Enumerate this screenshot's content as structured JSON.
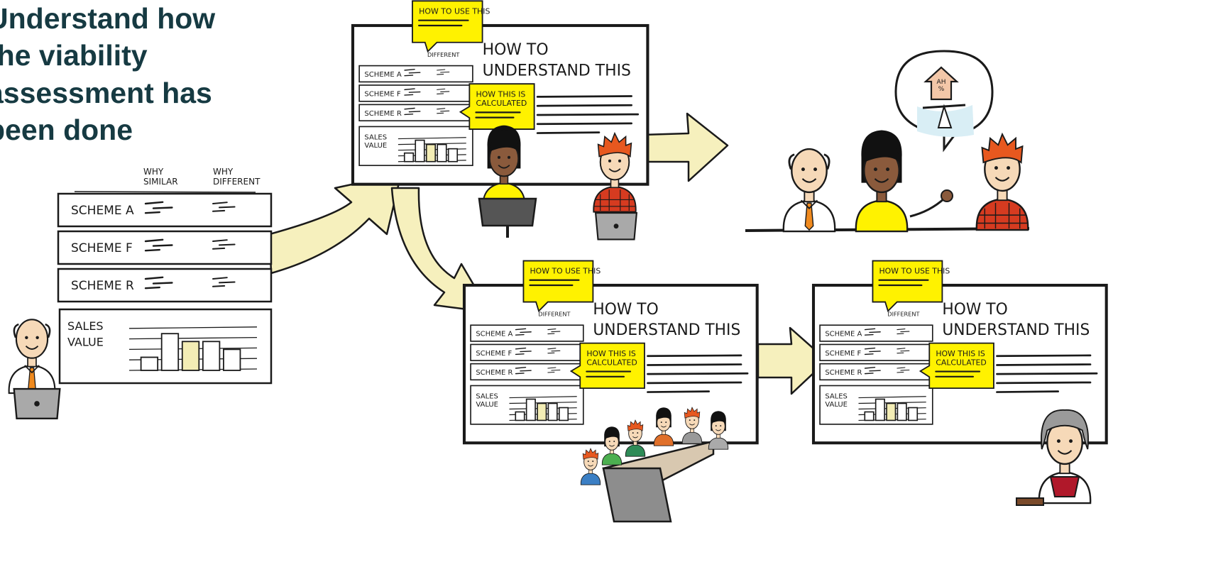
{
  "heading": "Understand how\nthe viability\nassessment has\nbeen done",
  "colors": {
    "ink": "#1a1a1a",
    "note_yellow": "#fff200",
    "arrow_cream": "#f6f0bd",
    "bar_highlight": "#f3edb5",
    "heading_teal": "#163a42",
    "skin": "#f6d9b8",
    "skin_dark": "#8a5a3c",
    "hair_orange": "#e7581f",
    "shirt_red": "#d63b20",
    "tie_orange": "#f08a1e"
  },
  "start_panel": {
    "column_headers": [
      "WHY\nSIMILAR",
      "WHY\nDIFFERENT"
    ],
    "rows": [
      "SCHEME A",
      "SCHEME F",
      "SCHEME R"
    ],
    "sales_label": "SALES\nVALUE",
    "bar_levels": [
      0.25,
      0.7,
      0.55,
      0.55,
      0.4
    ]
  },
  "slide": {
    "title": "HOW TO\nUNDERSTAND THIS",
    "note_use": "HOW TO USE THIS",
    "note_calc": "HOW THIS IS\nCALCULATED",
    "header_small": "DIFFERENT",
    "rows": [
      "SCHEME A",
      "SCHEME F",
      "SCHEME R"
    ],
    "sales_label": "SALES\nVALUE",
    "bar_levels": [
      0.3,
      0.75,
      0.6,
      0.6,
      0.45
    ]
  },
  "icons": {
    "bubble_sign": "AH\n%"
  }
}
